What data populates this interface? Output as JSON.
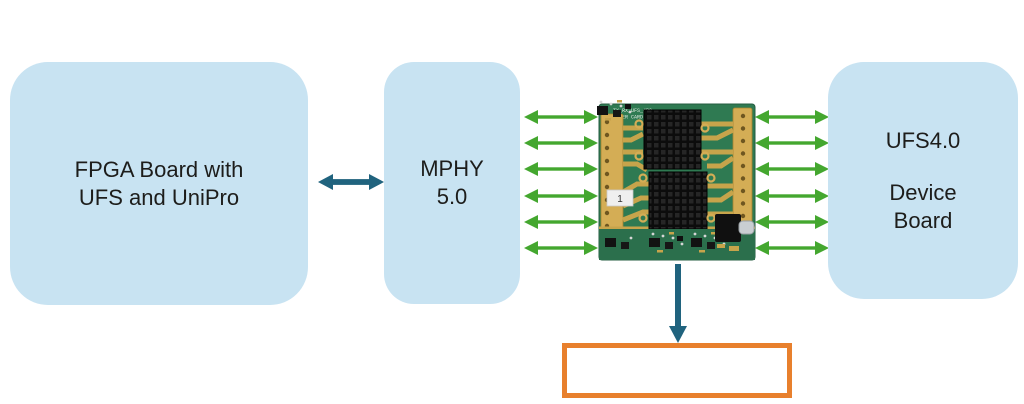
{
  "diagram": {
    "background": "#ffffff",
    "colors": {
      "box_fill": "#c8e3f2",
      "text": "#1d1d1b",
      "teal_arrow": "#20637e",
      "green_arrow": "#44a72f",
      "orange_border": "#e8802d",
      "pcb_green": "#2f7a52",
      "pcb_gold": "#d4ad55"
    },
    "boxes": {
      "fpga": {
        "lines": [
          "FPGA Board with",
          "UFS and UniPro"
        ]
      },
      "mphy": {
        "lines": [
          "MPHY",
          "5.0"
        ]
      },
      "device": {
        "lines": [
          "UFS4.0",
          "Device",
          "Board"
        ]
      }
    },
    "pcb": {
      "silkscreen": [
        "TX_RX_UFS_4P0",
        "APTER CARD"
      ],
      "tag": "1"
    },
    "lanes": {
      "per_side": 6
    },
    "result_box": {
      "text": ""
    }
  }
}
